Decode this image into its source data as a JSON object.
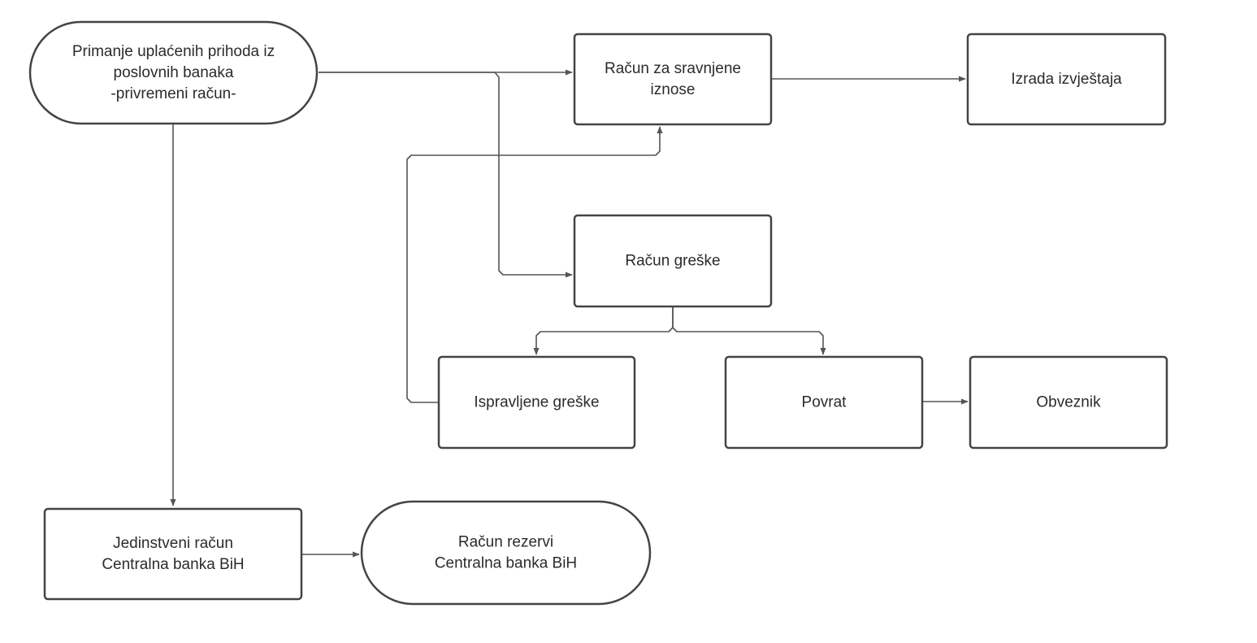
{
  "diagram": {
    "type": "flowchart",
    "nodes": {
      "start": {
        "shape": "terminal",
        "lines": [
          "Primanje uplaćenih prihoda iz",
          "poslovnih banaka",
          "-privremeni račun-"
        ]
      },
      "sravnjenje": {
        "shape": "process",
        "lines": [
          "Račun za sravnjene",
          "iznose"
        ]
      },
      "izvjestaj": {
        "shape": "process",
        "lines": [
          "Izrada izvještaja"
        ]
      },
      "greske": {
        "shape": "process",
        "lines": [
          "Račun greške"
        ]
      },
      "ispravljene": {
        "shape": "process",
        "lines": [
          "Ispravljene greške"
        ]
      },
      "povrat": {
        "shape": "process",
        "lines": [
          "Povrat"
        ]
      },
      "obveznik": {
        "shape": "process",
        "lines": [
          "Obveznik"
        ]
      },
      "jedinstveni": {
        "shape": "process",
        "lines": [
          "Jedinstveni račun",
          "Centralna banka BiH"
        ]
      },
      "rezerve": {
        "shape": "terminal",
        "lines": [
          "Račun rezervi",
          "Centralna banka BiH"
        ]
      }
    },
    "edges": [
      {
        "from": "start",
        "to": "sravnjenje"
      },
      {
        "from": "start",
        "to": "greske"
      },
      {
        "from": "start",
        "to": "jedinstveni"
      },
      {
        "from": "sravnjenje",
        "to": "izvjestaj"
      },
      {
        "from": "greske",
        "to": "ispravljene"
      },
      {
        "from": "greske",
        "to": "povrat"
      },
      {
        "from": "ispravljene",
        "to": "sravnjenje"
      },
      {
        "from": "povrat",
        "to": "obveznik"
      },
      {
        "from": "jedinstveni",
        "to": "rezerve"
      }
    ]
  }
}
